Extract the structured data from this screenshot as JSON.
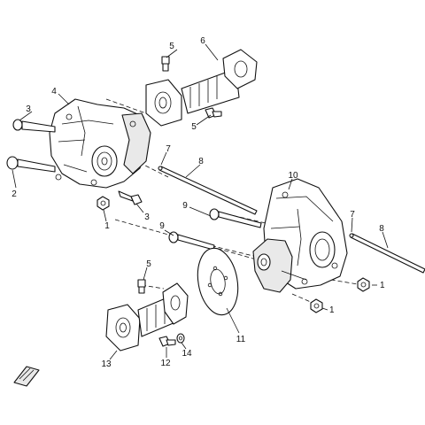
{
  "callouts": {
    "c1a": "1",
    "c1b": "1",
    "c1c": "1",
    "c2": "2",
    "c3a": "3",
    "c3b": "3",
    "c4": "4",
    "c5a": "5",
    "c5b": "5",
    "c5c": "5",
    "c6": "6",
    "c7a": "7",
    "c7b": "7",
    "c8a": "8",
    "c8b": "8",
    "c9a": "9",
    "c9b": "9",
    "c10": "10",
    "c11": "11",
    "c12": "12",
    "c13": "13",
    "c14": "14"
  },
  "colors": {
    "line": "#111111",
    "background": "#ffffff",
    "shade": "#e9e9e9"
  },
  "icons": {
    "corner_mark": "front-direction-icon"
  }
}
